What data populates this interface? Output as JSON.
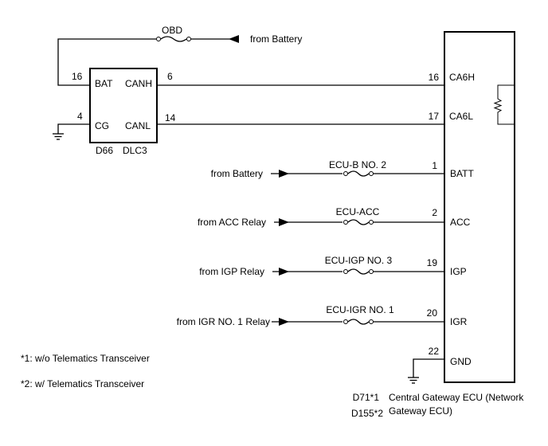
{
  "dlc": {
    "id": "D66",
    "name": "DLC3",
    "pins": {
      "bat": {
        "num": "16",
        "name": "BAT"
      },
      "cg": {
        "num": "4",
        "name": "CG"
      },
      "canh": {
        "num": "6",
        "name": "CANH"
      },
      "canl": {
        "num": "14",
        "name": "CANL"
      }
    }
  },
  "obd": {
    "fuse": "OBD",
    "source": "from Battery"
  },
  "ecu": {
    "name_line1": "Central Gateway ECU (Network",
    "name_line2": "Gateway ECU)",
    "code1": "D71*1",
    "code2": "D155*2",
    "pins": [
      {
        "num": "16",
        "name": "CA6H"
      },
      {
        "num": "17",
        "name": "CA6L"
      },
      {
        "num": "1",
        "name": "BATT"
      },
      {
        "num": "2",
        "name": "ACC"
      },
      {
        "num": "19",
        "name": "IGP"
      },
      {
        "num": "20",
        "name": "IGR"
      },
      {
        "num": "22",
        "name": "GND"
      }
    ]
  },
  "inputs": [
    {
      "source": "from Battery",
      "fuse": "ECU-B NO. 2"
    },
    {
      "source": "from ACC Relay",
      "fuse": "ECU-ACC"
    },
    {
      "source": "from IGP Relay",
      "fuse": "ECU-IGP NO. 3"
    },
    {
      "source": "from IGR NO. 1 Relay",
      "fuse": "ECU-IGR NO. 1"
    }
  ],
  "notes": [
    "*1: w/o Telematics Transceiver",
    "*2: w/ Telematics Transceiver"
  ]
}
